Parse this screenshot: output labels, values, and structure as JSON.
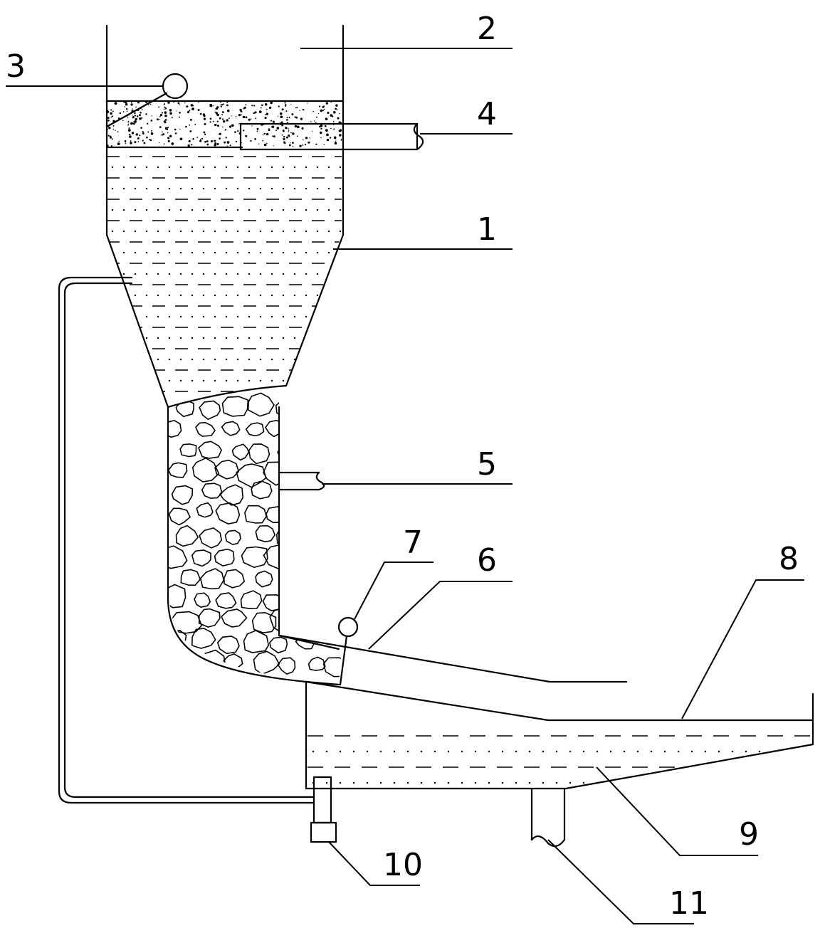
{
  "figure": {
    "labels": [
      {
        "id": "1",
        "text": "1"
      },
      {
        "id": "2",
        "text": "2"
      },
      {
        "id": "3",
        "text": "3"
      },
      {
        "id": "4",
        "text": "4"
      },
      {
        "id": "5",
        "text": "5"
      },
      {
        "id": "6",
        "text": "6"
      },
      {
        "id": "7",
        "text": "7"
      },
      {
        "id": "8",
        "text": "8"
      },
      {
        "id": "9",
        "text": "9"
      },
      {
        "id": "10",
        "text": "10"
      },
      {
        "id": "11",
        "text": "11"
      }
    ]
  }
}
